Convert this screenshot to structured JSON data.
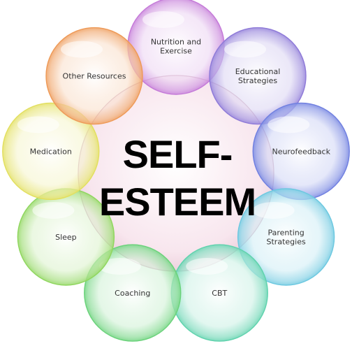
{
  "center": {
    "lines": [
      "SELF-",
      "ESTEEM"
    ],
    "color": "#f8e6ee"
  },
  "petals": [
    {
      "label": [
        "Nutrition and",
        "Exercise"
      ],
      "color": "#c47ad8"
    },
    {
      "label": [
        "Educational",
        "Strategies"
      ],
      "color": "#8e7ad8"
    },
    {
      "label": [
        "Neurofeedback"
      ],
      "color": "#6f7fe0"
    },
    {
      "label": [
        "Parenting",
        "Strategies"
      ],
      "color": "#6cc8e0"
    },
    {
      "label": [
        "CBT"
      ],
      "color": "#5fd2ad"
    },
    {
      "label": [
        "Coaching"
      ],
      "color": "#6ad27a"
    },
    {
      "label": [
        "Sleep"
      ],
      "color": "#8fd65e"
    },
    {
      "label": [
        "Medication"
      ],
      "color": "#e2df5e"
    },
    {
      "label": [
        "Other Resources"
      ],
      "color": "#ee9a58"
    }
  ]
}
